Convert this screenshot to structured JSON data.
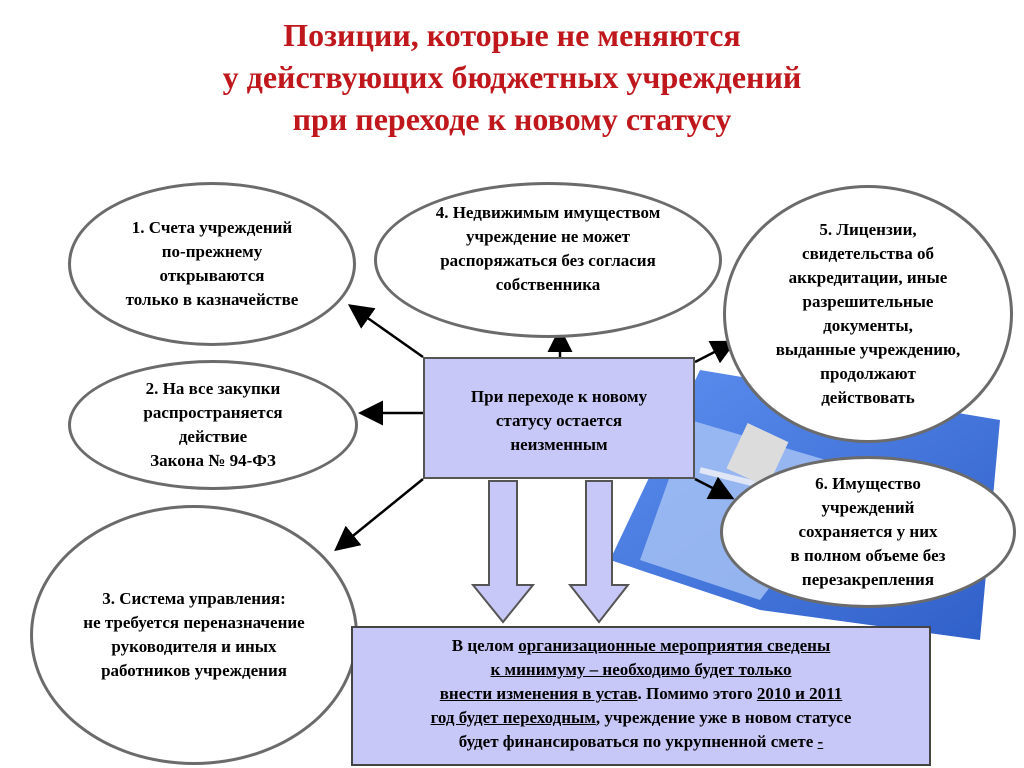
{
  "title": {
    "line1": "Позиции, которые не меняются",
    "line2": "у действующих бюджетных учреждений",
    "line3": "при переходе к новому статусу"
  },
  "center": {
    "text": "При переходе к новому\nстатусу остается\nнеизменным"
  },
  "items": {
    "item1": "1. Счета учреждений\nпо-прежнему\nоткрываются\nтолько в казначействе",
    "item2": "2. На все закупки\nраспространяется\nдействие\nЗакона № 94-ФЗ",
    "item3": "3. Система управления:\nне требуется переназначение\nруководителя и иных\nработников учреждения",
    "item4": "4. Недвижимым имуществом\nучреждение не может\nраспоряжаться без согласия\nсобственника",
    "item5": "5. Лицензии,\nсвидетельства об\nаккредитации, иные\nразрешительные\nдокументы,\nвыданные учреждению,\nпродолжают\nдействовать",
    "item6": "6. Имущество\nучреждений\nсохраняется у них\nв полном объеме без\nперезакрепления"
  },
  "summary": {
    "l1a": "В целом ",
    "l1b": "организационные мероприятия сведены",
    "l2": "к минимуму – необходимо будет только ",
    "l3a": "внести изменения в устав",
    "l3b": ". Помимо этого ",
    "l3c": "2010 и 2011 ",
    "l4a": "год будет переходным",
    "l4b": ", учреждение уже в новом статусе",
    "l5a": "будет финансироваться по укрупненной смете ",
    "l5b": " -"
  },
  "colors": {
    "title": "#c0171c",
    "box_fill": "#c8c8f8",
    "oval_border": "#6b6b6b",
    "folder_blue": "#3a6fd8"
  }
}
